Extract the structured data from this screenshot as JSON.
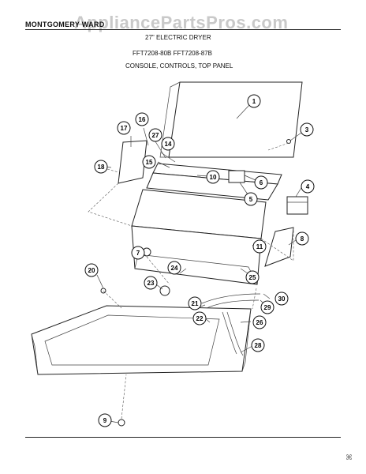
{
  "header": {
    "brand": "MONTGOMERY WARD",
    "watermark": "AppliancePartsPros.com",
    "title": "27\" ELECTRIC DRYER",
    "models": "FFT7208-80B    FFT7208-87B",
    "section": "CONSOLE, CONTROLS, TOP PANEL"
  },
  "callouts": [
    "1",
    "3",
    "4",
    "5",
    "6",
    "7",
    "8",
    "9",
    "10",
    "11",
    "14",
    "15",
    "16",
    "17",
    "18",
    "20",
    "21",
    "22",
    "23",
    "24",
    "25",
    "26",
    "27",
    "28",
    "29",
    "30"
  ],
  "corner_mark": "⌘"
}
